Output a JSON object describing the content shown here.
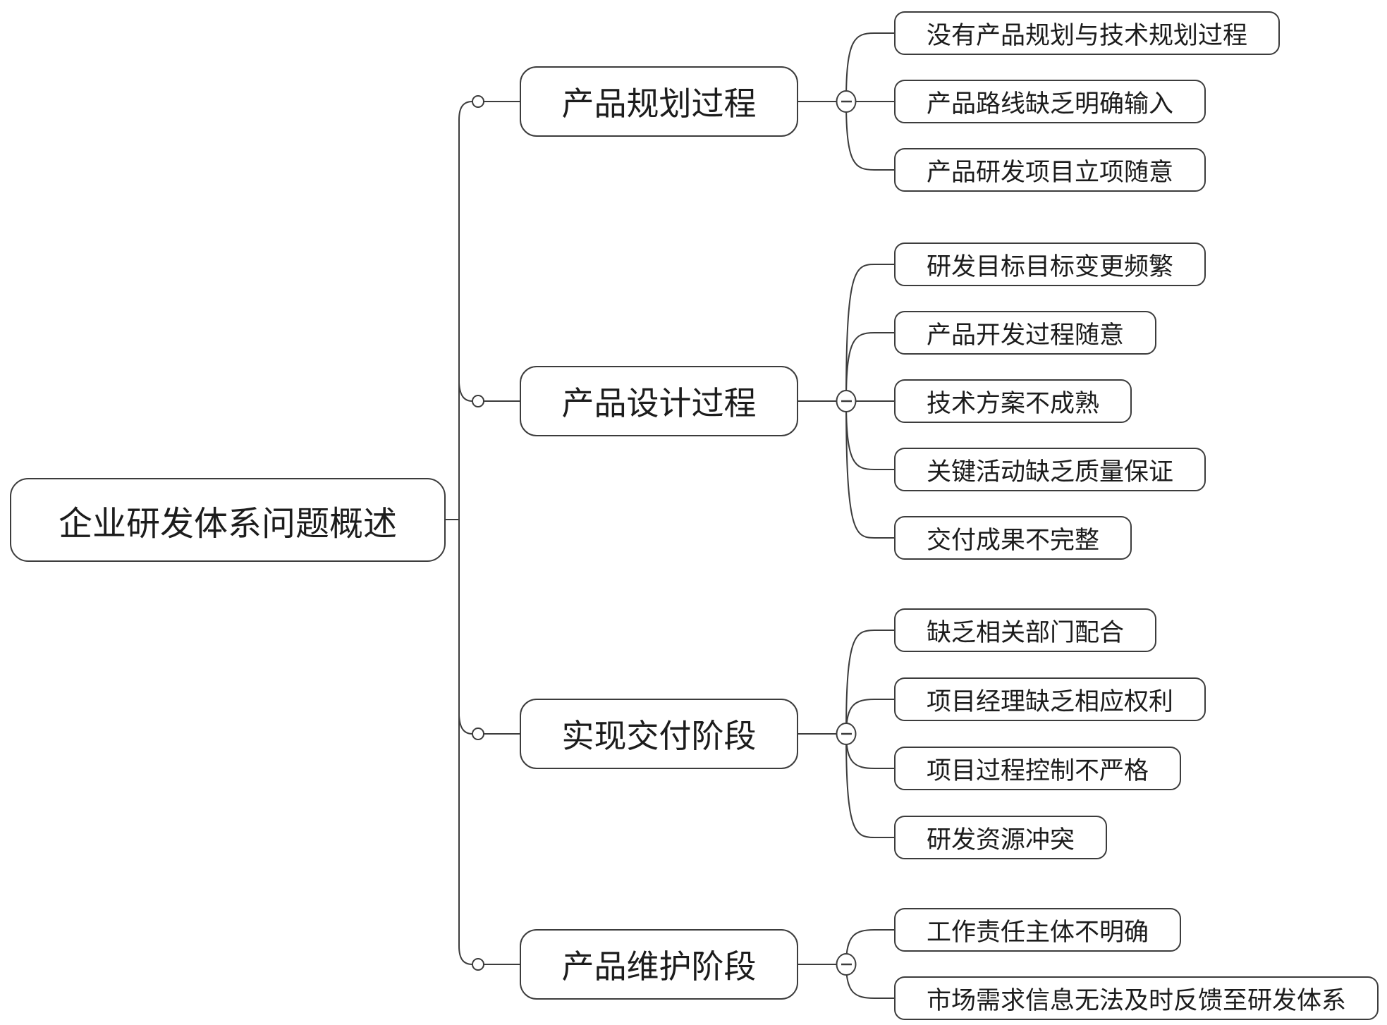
{
  "root": {
    "label": "企业研发体系问题概述"
  },
  "branches": [
    {
      "label": "产品规划过程",
      "children": [
        "没有产品规划与技术规划过程",
        "产品路线缺乏明确输入",
        "产品研发项目立项随意"
      ]
    },
    {
      "label": "产品设计过程",
      "children": [
        "研发目标目标变更频繁",
        "产品开发过程随意",
        "技术方案不成熟",
        "关键活动缺乏质量保证",
        "交付成果不完整"
      ]
    },
    {
      "label": "实现交付阶段",
      "children": [
        "缺乏相关部门配合",
        "项目经理缺乏相应权利",
        "项目过程控制不严格",
        "研发资源冲突"
      ]
    },
    {
      "label": "产品维护阶段",
      "children": [
        "工作责任主体不明确",
        "市场需求信息无法及时反馈至研发体系"
      ]
    }
  ],
  "colors": {
    "stroke": "#3c3c3c",
    "text": "#1c1c1c",
    "background": "#ffffff"
  },
  "collapse_button_glyph": "minus"
}
